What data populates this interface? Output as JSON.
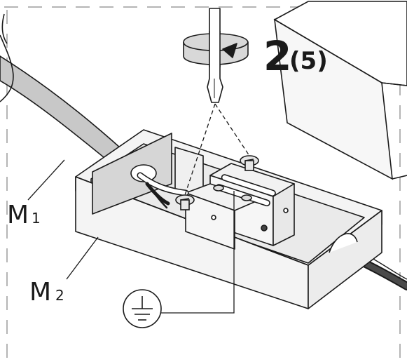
{
  "step": {
    "number": "2",
    "alt": "(5)"
  },
  "labels": {
    "m1_main": "M",
    "m1_sub": "1",
    "m2_main": "M",
    "m2_sub": "2"
  },
  "icons": {
    "rotation": "rotate-screwdriver-icon",
    "ground": "protective-earth-icon"
  },
  "colors": {
    "line": "#1a1a1a",
    "box_fill": "#f4f4f4",
    "cable_gray": "#c8c8c8",
    "dark_cable": "#3a3a3a",
    "dash_frame": "#b5b5b5"
  }
}
